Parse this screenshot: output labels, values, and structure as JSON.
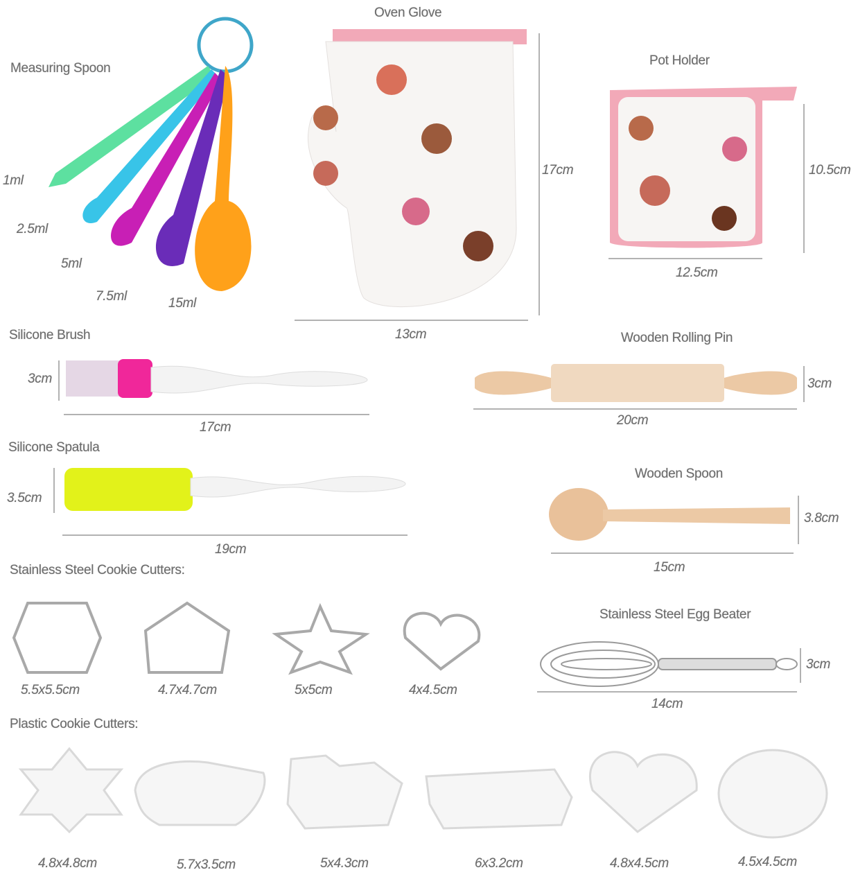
{
  "measuring_spoon": {
    "title": "Measuring Spoon",
    "sizes": [
      "1ml",
      "2.5ml",
      "5ml",
      "7.5ml",
      "15ml"
    ]
  },
  "oven_glove": {
    "title": "Oven Glove",
    "height": "17cm",
    "width": "13cm"
  },
  "pot_holder": {
    "title": "Pot Holder",
    "height": "10.5cm",
    "width": "12.5cm"
  },
  "silicone_brush": {
    "title": "Silicone Brush",
    "height": "3cm",
    "length": "17cm"
  },
  "rolling_pin": {
    "title": "Wooden Rolling Pin",
    "height": "3cm",
    "length": "20cm"
  },
  "silicone_spatula": {
    "title": "Silicone Spatula",
    "height": "3.5cm",
    "length": "19cm"
  },
  "wooden_spoon": {
    "title": "Wooden Spoon",
    "height": "3.8cm",
    "length": "15cm"
  },
  "steel_cutters": {
    "title": "Stainless Steel Cookie Cutters:",
    "sizes": [
      "5.5x5.5cm",
      "4.7x4.7cm",
      "5x5cm",
      "4x4.5cm"
    ]
  },
  "egg_beater": {
    "title": "Stainless Steel Egg Beater",
    "height": "3cm",
    "length": "14cm"
  },
  "plastic_cutters": {
    "title": "Plastic Cookie Cutters:",
    "sizes": [
      "4.8x4.8cm",
      "5.7x3.5cm",
      "5x4.3cm",
      "6x3.2cm",
      "4.8x4.5cm",
      "4.5x4.5cm"
    ]
  },
  "colors": {
    "pink_trim": "#f2a9b8",
    "wood": "#f0d3b0",
    "spatula": "#e2f21a",
    "brush": "#f0279a"
  }
}
